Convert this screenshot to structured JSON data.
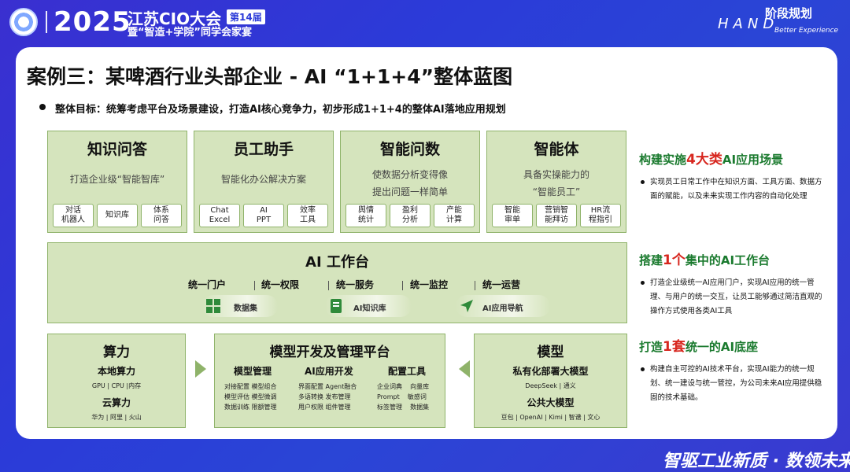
{
  "header": {
    "year": "2025",
    "title": "江苏CIO大会",
    "badge": "第14届",
    "subtitle": "暨“智造+学院”同学会家宴",
    "brand_en": "HAND",
    "brand_cn": "阶段规划",
    "brand_sub": "Better Experience"
  },
  "slide": {
    "title": "案例三：某啤酒行业头部企业 - AI “1+1+4”整体蓝图",
    "goal": "整体目标：统筹考虑平台及场景建设，打造AI核心竞争力，初步形成1+1+4的整体AI落地应用规划"
  },
  "top_boxes": [
    {
      "title": "知识问答",
      "desc": "打造企业级“智能智库”",
      "chips": [
        "对话\n机器人",
        "知识库",
        "体系\n问答"
      ]
    },
    {
      "title": "员工助手",
      "desc": "智能化办公解决方案",
      "chips": [
        "Chat\nExcel",
        "AI\nPPT",
        "效率\n工具"
      ]
    },
    {
      "title": "智能问数",
      "desc": "使数据分析变得像\n提出问题一样简单",
      "chips": [
        "舆情\n统计",
        "盈利\n分析",
        "产能\n计算"
      ]
    },
    {
      "title": "智能体",
      "desc": "具备实操能力的\n“智能员工”",
      "chips": [
        "智能\n审单",
        "营销智\n能拜访",
        "HR流\n程指引"
      ]
    }
  ],
  "workbench": {
    "title": "AI 工作台",
    "items": [
      "统一门户",
      "统一权限",
      "统一服务",
      "统一监控",
      "统一运营"
    ],
    "tools": [
      {
        "label": "数据集",
        "icon": "grid-icon"
      },
      {
        "label": "AI知识库",
        "icon": "book-icon"
      },
      {
        "label": "AI应用导航",
        "icon": "navigation-icon"
      }
    ]
  },
  "compute": {
    "title": "算力",
    "local_title": "本地算力",
    "local_items": "GPU | CPU |内存",
    "cloud_title": "云算力",
    "cloud_items": "华为 | 阿里 | 火山"
  },
  "platform": {
    "title": "模型开发及管理平台",
    "columns": [
      {
        "title": "模型管理",
        "lines": [
          "对接配置 模型组合",
          "模型评估 模型微调",
          "数据训练 限额管理"
        ]
      },
      {
        "title": "AI应用开发",
        "lines": [
          "界面配置 Agent融合",
          "多语转换 发布管理",
          "用户权限 组件管理"
        ]
      },
      {
        "title": "配置工具",
        "lines": [
          "企业词典    向量库",
          "Prompt    敏感词",
          "标签管理    数据集"
        ]
      }
    ]
  },
  "models": {
    "title": "模型",
    "private_title": "私有化部署大模型",
    "private_items": "DeepSeek | 通义",
    "public_title": "公共大模型",
    "public_items": "豆包 | OpenAI | Kimi | 智谱 | 文心"
  },
  "sidebar": [
    {
      "pre": "构建实施",
      "accent": "4大类",
      "post": "AI应用场景",
      "body": "实现员工日常工作中在知识方面、工具方面、数据方面的赋能，以及未来实现工作内容的自动化处理"
    },
    {
      "pre": "搭建",
      "accent": "1个",
      "post": "集中的AI工作台",
      "body": "打造企业级统一AI应用门户，实现AI应用的统一管理、与用户的统一交互，让员工能够通过简洁直观的操作方式使用各类AI工具"
    },
    {
      "pre": "打造",
      "accent": "1套",
      "post": "统一的AI底座",
      "body": "构建自主可控的AI技术平台，实现AI能力的统一规划、统一建设与统一管控，为公司未来AI应用提供稳固的技术基础。"
    }
  ],
  "footer": "智驱工业新质 · 数领未来引擎",
  "colors": {
    "box_fill": "#d5e4bd",
    "box_border": "#8fb36a",
    "side_heading": "#1a7a2e",
    "accent": "#d7261e",
    "background": "#2b3bd8"
  }
}
